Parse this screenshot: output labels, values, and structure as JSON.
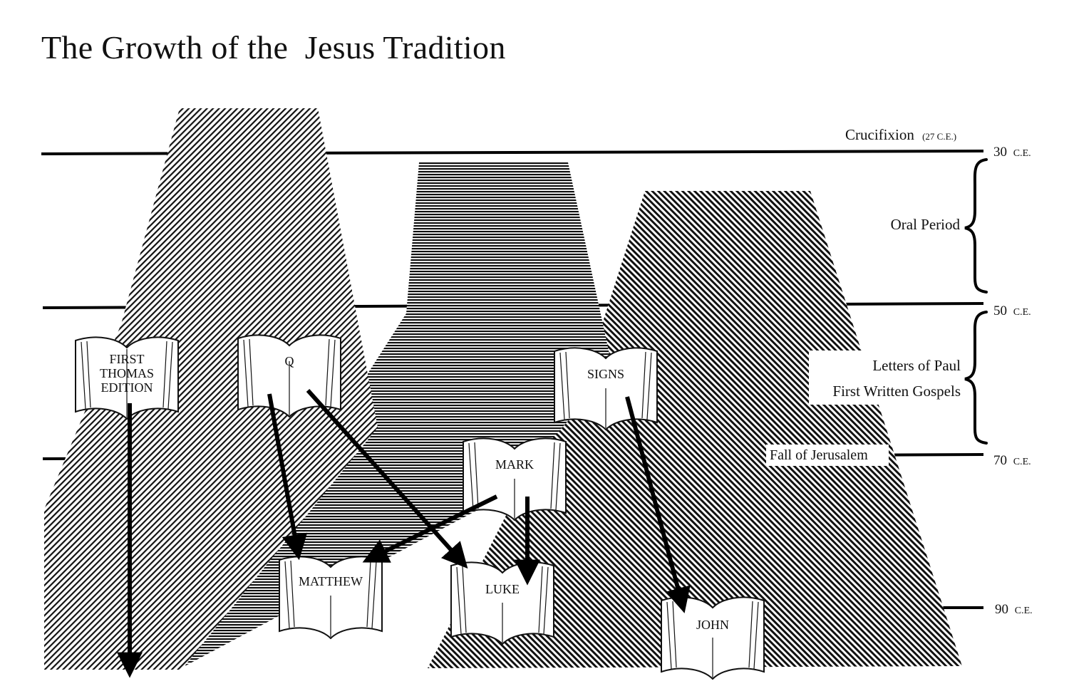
{
  "title": "The Growth of the  Jesus Tradition",
  "timeline": {
    "crucifixion": "Crucifixion",
    "crucifixion_date": "(27 C.E.)",
    "y30": "30",
    "y50": "50",
    "y70": "70",
    "y90": "90",
    "era": "C.E.",
    "oral_period": "Oral Period",
    "letters_of_paul": "Letters of Paul",
    "first_written_gospels": "First Written Gospels",
    "fall_of_jerusalem": "Fall of Jerusalem"
  },
  "books": {
    "thomas_line1": "FIRST",
    "thomas_line2": "THOMAS",
    "thomas_line3": "EDITION",
    "q": "Q",
    "signs": "SIGNS",
    "mark": "MARK",
    "matthew": "MATTHEW",
    "luke": "LUKE",
    "john": "JOHN"
  }
}
